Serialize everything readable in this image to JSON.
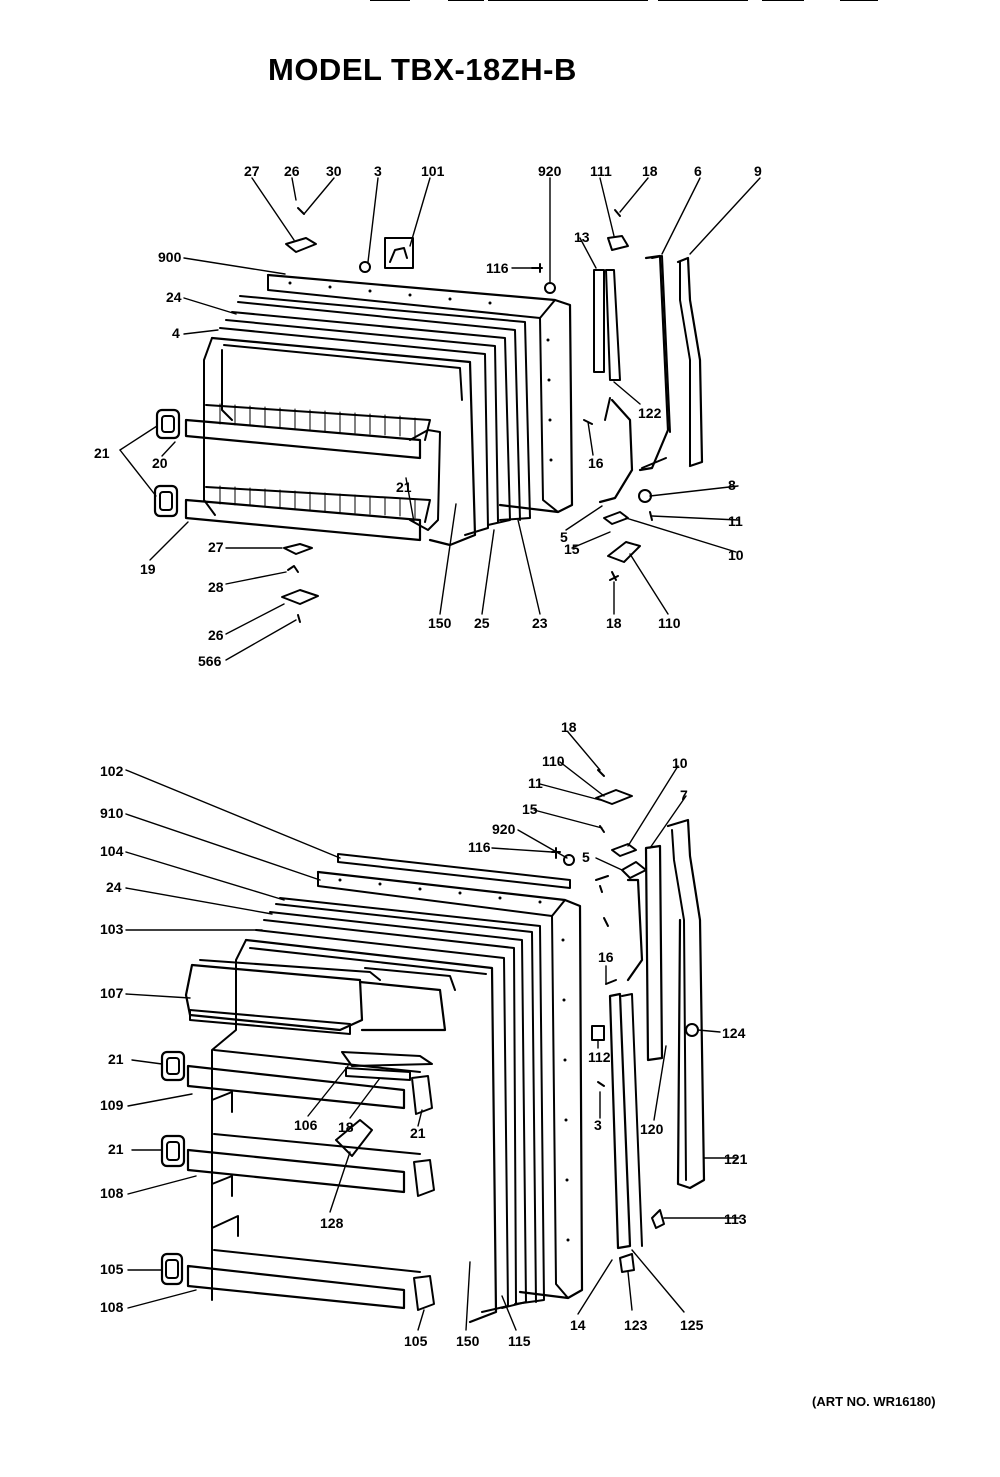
{
  "header": {
    "title": "MODEL TBX-18ZH-B"
  },
  "footer": {
    "art_number": "(ART NO. WR16180)"
  },
  "diagrams": {
    "freezer_door": {
      "callouts": [
        "27",
        "26",
        "30",
        "3",
        "101",
        "920",
        "111",
        "18",
        "6",
        "9",
        "900",
        "116",
        "13",
        "24",
        "4",
        "122",
        "21",
        "20",
        "16",
        "8",
        "21",
        "11",
        "5",
        "10",
        "15",
        "19",
        "27",
        "28",
        "26",
        "566",
        "150",
        "25",
        "23",
        "18",
        "110"
      ]
    },
    "fresh_food_door": {
      "callouts": [
        "18",
        "110",
        "10",
        "11",
        "15",
        "7",
        "920",
        "102",
        "116",
        "5",
        "910",
        "104",
        "24",
        "103",
        "107",
        "16",
        "124",
        "21",
        "112",
        "109",
        "106",
        "18",
        "21",
        "3",
        "120",
        "21",
        "121",
        "108",
        "128",
        "113",
        "105",
        "108",
        "105",
        "150",
        "115",
        "14",
        "123",
        "125"
      ]
    }
  }
}
